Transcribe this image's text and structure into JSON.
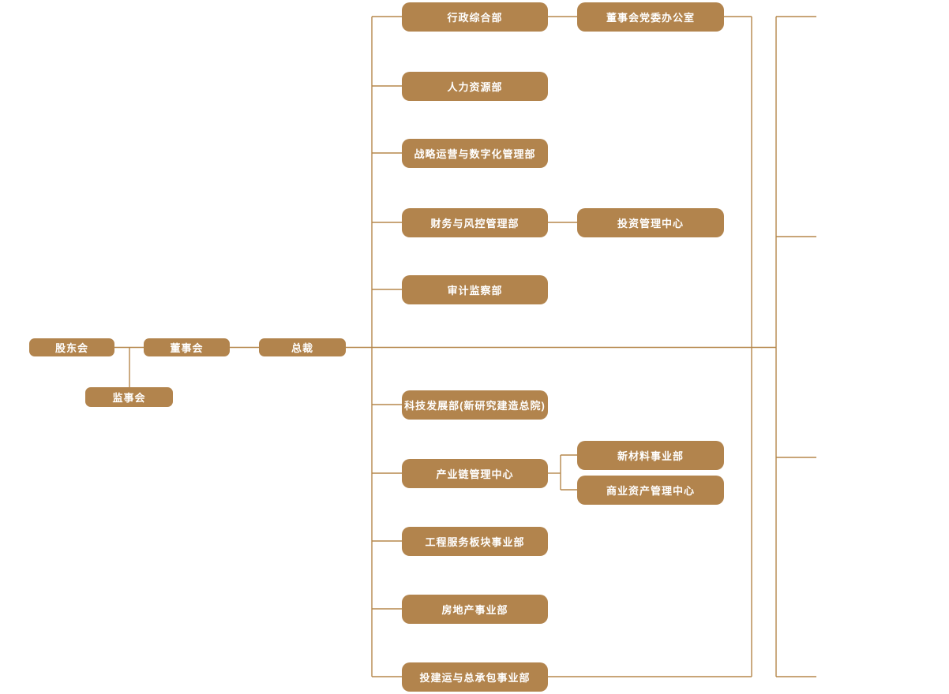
{
  "colors": {
    "box_fill": "#b2844d",
    "line": "#b5874b",
    "text": "#ffffff",
    "background": "#ffffff"
  },
  "org_chart": {
    "nodes": [
      {
        "id": "shareholders-meeting",
        "label": "股东会"
      },
      {
        "id": "supervisory-board",
        "label": "监事会"
      },
      {
        "id": "board-of-directors",
        "label": "董事会"
      },
      {
        "id": "president",
        "label": "总裁"
      },
      {
        "id": "admin-general-dept",
        "label": "行政综合部"
      },
      {
        "id": "board-party-office",
        "label": "董事会党委办公室"
      },
      {
        "id": "human-resources-dept",
        "label": "人力资源部"
      },
      {
        "id": "strategy-digital-dept",
        "label": "战略运营与数字化管理部"
      },
      {
        "id": "finance-risk-dept",
        "label": "财务与风控管理部"
      },
      {
        "id": "investment-mgmt-center",
        "label": "投资管理中心"
      },
      {
        "id": "audit-supervision-dept",
        "label": "审计监察部"
      },
      {
        "id": "tech-development-dept",
        "label": "科技发展部(新研究建造总院)"
      },
      {
        "id": "industry-chain-center",
        "label": "产业链管理中心"
      },
      {
        "id": "new-materials-div",
        "label": "新材料事业部"
      },
      {
        "id": "commercial-assets-center",
        "label": "商业资产管理中心"
      },
      {
        "id": "engineering-services-div",
        "label": "工程服务板块事业部"
      },
      {
        "id": "real-estate-div",
        "label": "房地产事业部"
      },
      {
        "id": "invest-build-epc-div",
        "label": "投建运与总承包事业部"
      }
    ]
  }
}
